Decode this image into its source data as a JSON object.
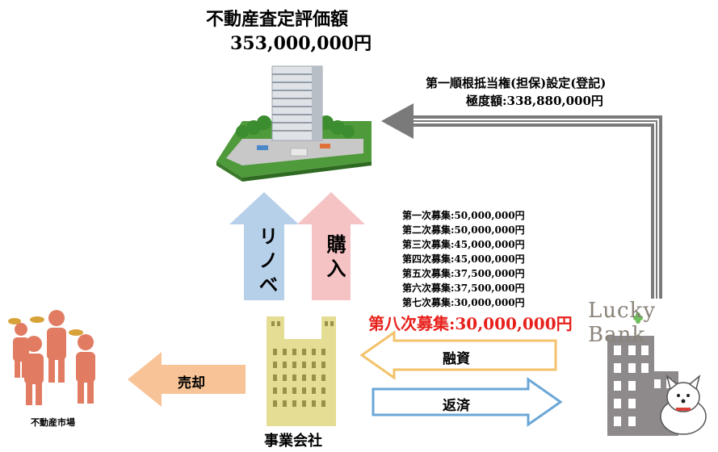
{
  "property": {
    "title": "不動産査定評価額",
    "value": "353,000,000円"
  },
  "lien": {
    "line1": "第一順根抵当権(担保)設定(登記)",
    "line2": "極度額:338,880,000円"
  },
  "rounds": [
    "第一次募集:50,000,000円",
    "第二次募集:50,000,000円",
    "第三次募集:45,000,000円",
    "第四次募集:45,000,000円",
    "第五次募集:37,500,000円",
    "第六次募集:37,500,000円",
    "第七次募集:30,000,000円"
  ],
  "highlight_round": "第八次募集:30,000,000円",
  "arrows": {
    "renovation": "リノベ",
    "purchase": "購入",
    "financing": "融資",
    "repayment": "返済",
    "sale": "売却"
  },
  "labels": {
    "company": "事業会社",
    "market": "不動産市場",
    "brand": "Lucky Bank"
  },
  "colors": {
    "blue_arrow": "#b7d0ea",
    "pink_arrow": "#f6c3c5",
    "financing_arrow_border": "#f3c26b",
    "repayment_arrow_border": "#6aa7d8",
    "sale_arrow": "#f8c497",
    "highlight_text": "#e8201b",
    "company_building": "#e5dd94",
    "bank_building": "#8e8a8b",
    "people": "#e17c63"
  }
}
